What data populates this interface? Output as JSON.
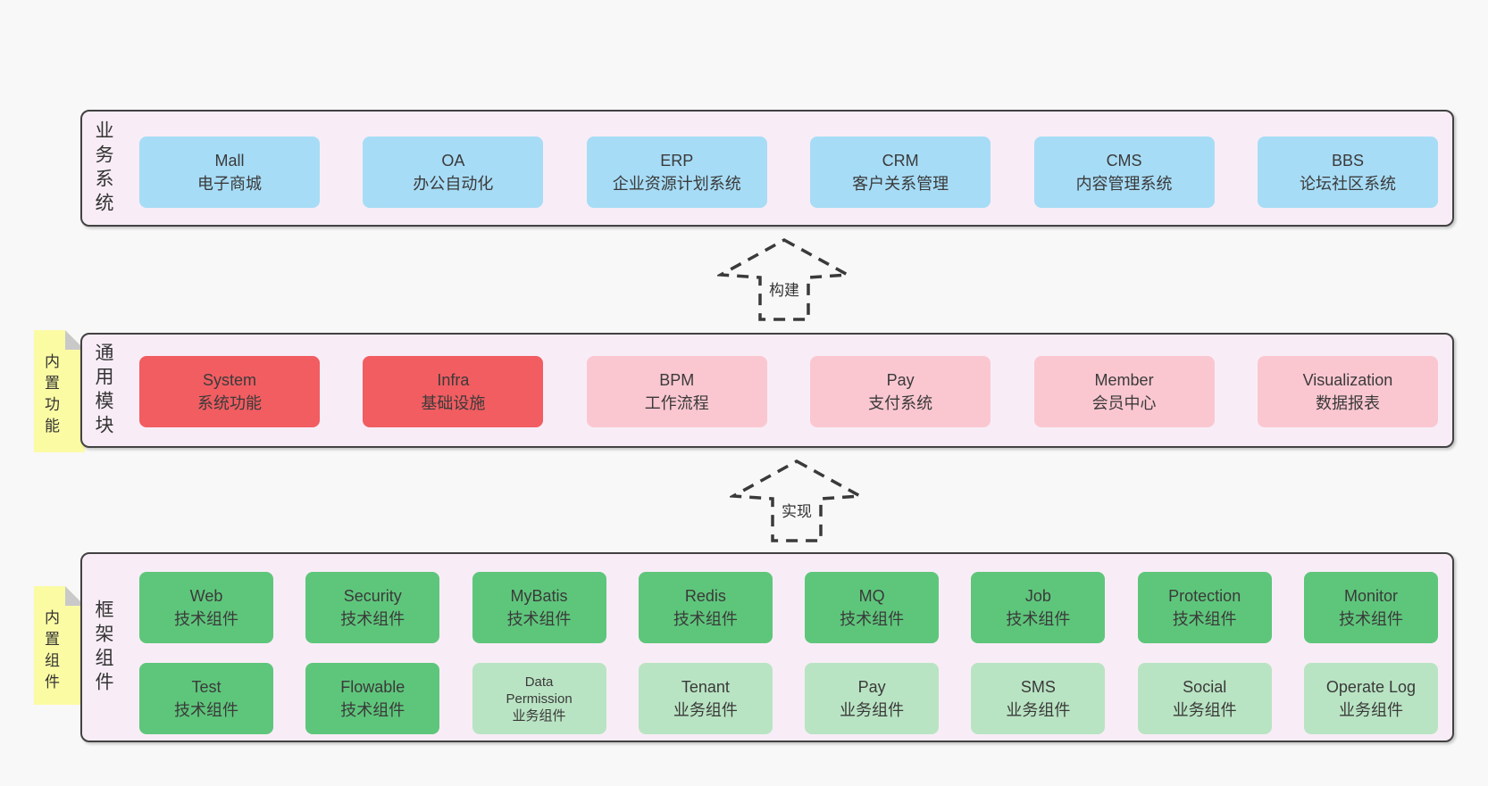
{
  "canvas": {
    "background": "#f8f8f8"
  },
  "palette": {
    "panel_fill": "#f8edf6",
    "panel_border": "#424242",
    "blue": "#a7dcf6",
    "red": "#f15d61",
    "pink": "#fac7d1",
    "green": "#5ec67b",
    "light_green": "#b9e4c3",
    "sticky_yellow": "#fbfba4",
    "sticky_fold": "#c9c9c9",
    "text": "#3a3a3a"
  },
  "arrows": [
    {
      "label": "构建"
    },
    {
      "label": "实现"
    }
  ],
  "sections": [
    {
      "label": "业务系统",
      "rows": [
        [
          {
            "name": "Mall",
            "desc": "电子商城",
            "variant": "blue"
          },
          {
            "name": "OA",
            "desc": "办公自动化",
            "variant": "blue"
          },
          {
            "name": "ERP",
            "desc": "企业资源计划系统",
            "variant": "blue"
          },
          {
            "name": "CRM",
            "desc": "客户关系管理",
            "variant": "blue"
          },
          {
            "name": "CMS",
            "desc": "内容管理系统",
            "variant": "blue"
          },
          {
            "name": "BBS",
            "desc": "论坛社区系统",
            "variant": "blue"
          }
        ]
      ]
    },
    {
      "label": "通用模块",
      "sticky": "内置功能",
      "rows": [
        [
          {
            "name": "System",
            "desc": "系统功能",
            "variant": "red"
          },
          {
            "name": "Infra",
            "desc": "基础设施",
            "variant": "red"
          },
          {
            "name": "BPM",
            "desc": "工作流程",
            "variant": "pink"
          },
          {
            "name": "Pay",
            "desc": "支付系统",
            "variant": "pink"
          },
          {
            "name": "Member",
            "desc": "会员中心",
            "variant": "pink"
          },
          {
            "name": "Visualization",
            "desc": "数据报表",
            "variant": "pink"
          }
        ]
      ]
    },
    {
      "label": "框架组件",
      "sticky": "内置组件",
      "rows": [
        [
          {
            "name": "Web",
            "desc": "技术组件",
            "variant": "green"
          },
          {
            "name": "Security",
            "desc": "技术组件",
            "variant": "green"
          },
          {
            "name": "MyBatis",
            "desc": "技术组件",
            "variant": "green"
          },
          {
            "name": "Redis",
            "desc": "技术组件",
            "variant": "green"
          },
          {
            "name": "MQ",
            "desc": "技术组件",
            "variant": "green"
          },
          {
            "name": "Job",
            "desc": "技术组件",
            "variant": "green"
          },
          {
            "name": "Protection",
            "desc": "技术组件",
            "variant": "green"
          },
          {
            "name": "Monitor",
            "desc": "技术组件",
            "variant": "green"
          }
        ],
        [
          {
            "name": "Test",
            "desc": "技术组件",
            "variant": "green"
          },
          {
            "name": "Flowable",
            "desc": "技术组件",
            "variant": "green"
          },
          {
            "name": "Data\nPermission",
            "desc": "业务组件",
            "variant": "lightgreen"
          },
          {
            "name": "Tenant",
            "desc": "业务组件",
            "variant": "lightgreen"
          },
          {
            "name": "Pay",
            "desc": "业务组件",
            "variant": "lightgreen"
          },
          {
            "name": "SMS",
            "desc": "业务组件",
            "variant": "lightgreen"
          },
          {
            "name": "Social",
            "desc": "业务组件",
            "variant": "lightgreen"
          },
          {
            "name": "Operate Log",
            "desc": "业务组件",
            "variant": "lightgreen"
          }
        ]
      ]
    }
  ]
}
